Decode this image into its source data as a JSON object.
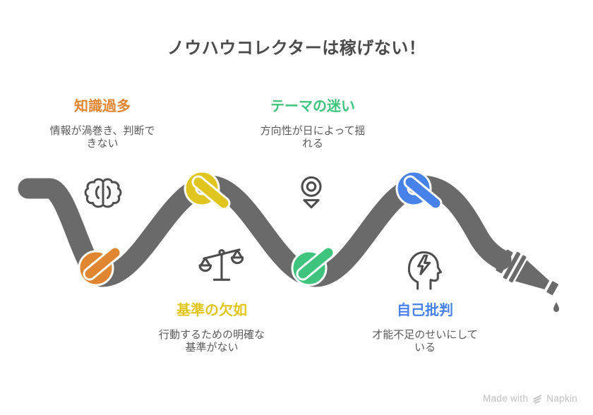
{
  "title": "ノウハウコレクターは稼げない！",
  "items": [
    {
      "id": "knowledge-overload",
      "title": "知識過多",
      "desc": "情報が渦巻き、判断で\nきない",
      "color": "#E08530",
      "icon": "brain-icon"
    },
    {
      "id": "theme-confusion",
      "title": "テーマの迷い",
      "desc": "方向性が日によって揺\nれる",
      "color": "#3EC47D",
      "icon": "goal-pin-icon"
    },
    {
      "id": "lack-of-criteria",
      "title": "基準の欠如",
      "desc": "行動するための明確な\n基準がない",
      "color": "#E0C51E",
      "icon": "balance-scale-icon"
    },
    {
      "id": "self-criticism",
      "title": "自己批判",
      "desc": "才能不足のせいにして\nいる",
      "color": "#4682E9",
      "icon": "head-lightning-icon"
    }
  ],
  "watermark": {
    "text": "Made with",
    "brand": "Napkin"
  },
  "colors": {
    "rope": "#6A6A6A",
    "title_text": "#4A4A4A",
    "body_text": "#5A5A5A",
    "icon_stroke": "#4D4D4D",
    "watermark": "#BFBFBF"
  }
}
